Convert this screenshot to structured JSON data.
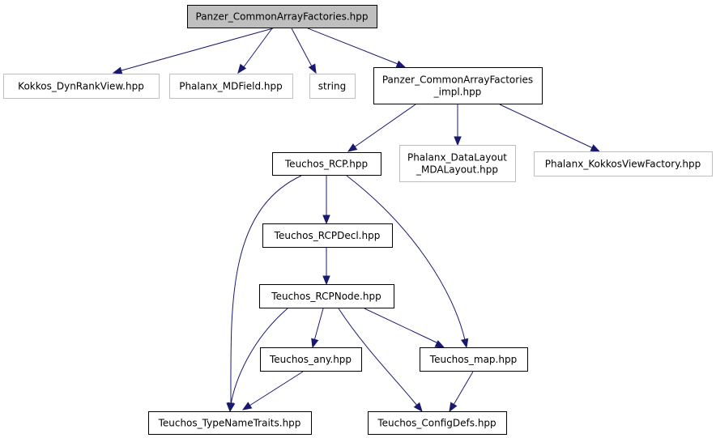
{
  "colors": {
    "edge": "#191970",
    "focus_fill": "#bfbfbf",
    "focus_stroke": "#000000",
    "normal_stroke": "#000000",
    "external_stroke": "#bfbfbf",
    "text": "#000000"
  },
  "nodes": [
    {
      "id": "panzer_caf",
      "lines": [
        "Panzer_CommonArrayFactories.hpp"
      ],
      "style": "focus"
    },
    {
      "id": "kokkos_dynrankview",
      "lines": [
        "Kokkos_DynRankView.hpp"
      ],
      "style": "external"
    },
    {
      "id": "phalanx_mdfield",
      "lines": [
        "Phalanx_MDField.hpp"
      ],
      "style": "external"
    },
    {
      "id": "string",
      "lines": [
        "string"
      ],
      "style": "external"
    },
    {
      "id": "panzer_caf_impl",
      "lines": [
        "Panzer_CommonArrayFactories",
        "_impl.hpp"
      ],
      "style": "normal"
    },
    {
      "id": "teuchos_rcp",
      "lines": [
        "Teuchos_RCP.hpp"
      ],
      "style": "normal"
    },
    {
      "id": "phalanx_datalayout",
      "lines": [
        "Phalanx_DataLayout",
        "_MDALayout.hpp"
      ],
      "style": "external"
    },
    {
      "id": "phalanx_kokkosviewfactory",
      "lines": [
        "Phalanx_KokkosViewFactory.hpp"
      ],
      "style": "external"
    },
    {
      "id": "teuchos_rcpdecl",
      "lines": [
        "Teuchos_RCPDecl.hpp"
      ],
      "style": "normal"
    },
    {
      "id": "teuchos_rcpnode",
      "lines": [
        "Teuchos_RCPNode.hpp"
      ],
      "style": "normal"
    },
    {
      "id": "teuchos_any",
      "lines": [
        "Teuchos_any.hpp"
      ],
      "style": "normal"
    },
    {
      "id": "teuchos_map",
      "lines": [
        "Teuchos_map.hpp"
      ],
      "style": "normal"
    },
    {
      "id": "teuchos_typenametraits",
      "lines": [
        "Teuchos_TypeNameTraits.hpp"
      ],
      "style": "normal"
    },
    {
      "id": "teuchos_configdefs",
      "lines": [
        "Teuchos_ConfigDefs.hpp"
      ],
      "style": "normal"
    }
  ],
  "edges": [
    {
      "from": "panzer_caf",
      "to": "kokkos_dynrankview"
    },
    {
      "from": "panzer_caf",
      "to": "phalanx_mdfield"
    },
    {
      "from": "panzer_caf",
      "to": "string"
    },
    {
      "from": "panzer_caf",
      "to": "panzer_caf_impl"
    },
    {
      "from": "panzer_caf_impl",
      "to": "teuchos_rcp"
    },
    {
      "from": "panzer_caf_impl",
      "to": "phalanx_datalayout"
    },
    {
      "from": "panzer_caf_impl",
      "to": "phalanx_kokkosviewfactory"
    },
    {
      "from": "teuchos_rcp",
      "to": "teuchos_rcpdecl"
    },
    {
      "from": "teuchos_rcp",
      "to": "teuchos_typenametraits"
    },
    {
      "from": "teuchos_rcp",
      "to": "teuchos_map"
    },
    {
      "from": "teuchos_rcpdecl",
      "to": "teuchos_rcpnode"
    },
    {
      "from": "teuchos_rcpnode",
      "to": "teuchos_any"
    },
    {
      "from": "teuchos_rcpnode",
      "to": "teuchos_map"
    },
    {
      "from": "teuchos_rcpnode",
      "to": "teuchos_typenametraits"
    },
    {
      "from": "teuchos_rcpnode",
      "to": "teuchos_configdefs"
    },
    {
      "from": "teuchos_any",
      "to": "teuchos_typenametraits"
    },
    {
      "from": "teuchos_map",
      "to": "teuchos_configdefs"
    }
  ]
}
